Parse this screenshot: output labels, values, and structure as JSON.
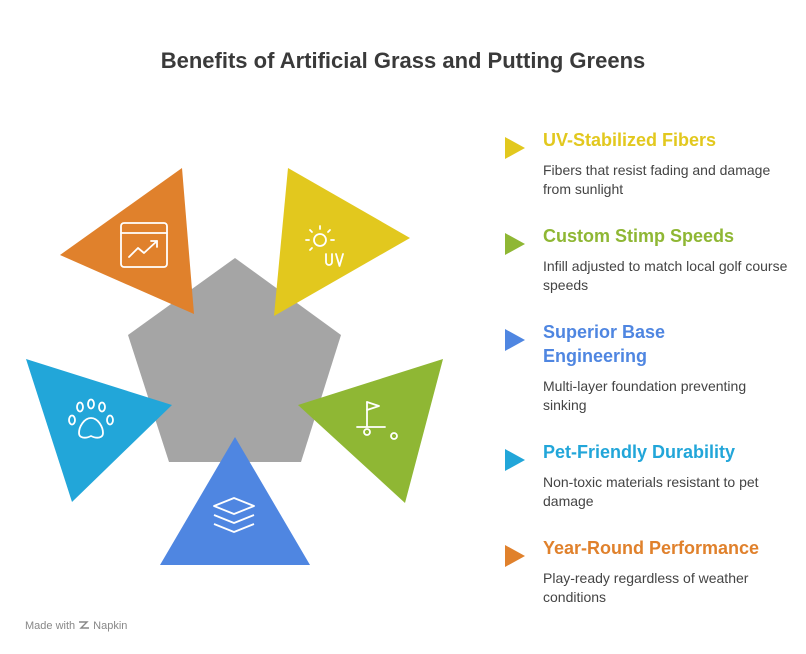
{
  "title": "Benefits of Artificial Grass and Putting Greens",
  "colors": {
    "center": "#a5a5a5",
    "yellow": "#e2c81e",
    "green": "#8fb734",
    "blue": "#4f86e1",
    "cyan": "#22a6d9",
    "orange": "#e0812c"
  },
  "items": [
    {
      "title": "UV-Stabilized Fibers",
      "description": "Fibers that resist fading and damage from sunlight",
      "color": "#e2c81e",
      "icon": "sun-uv-icon"
    },
    {
      "title": "Custom Stimp Speeds",
      "description": "Infill adjusted to match local golf course speeds",
      "color": "#8fb734",
      "icon": "golf-flag-icon"
    },
    {
      "title": "Superior Base Engineering",
      "description": "Multi-layer foundation preventing sinking",
      "color": "#4f86e1",
      "icon": "layers-icon"
    },
    {
      "title": "Pet-Friendly Durability",
      "description": "Non-toxic materials resistant to pet damage",
      "color": "#22a6d9",
      "icon": "paw-icon"
    },
    {
      "title": "Year-Round Performance",
      "description": "Play-ready regardless of weather conditions",
      "color": "#e0812c",
      "icon": "trending-chart-icon"
    }
  ],
  "footer": {
    "made_with": "Made with",
    "brand": "Napkin"
  }
}
